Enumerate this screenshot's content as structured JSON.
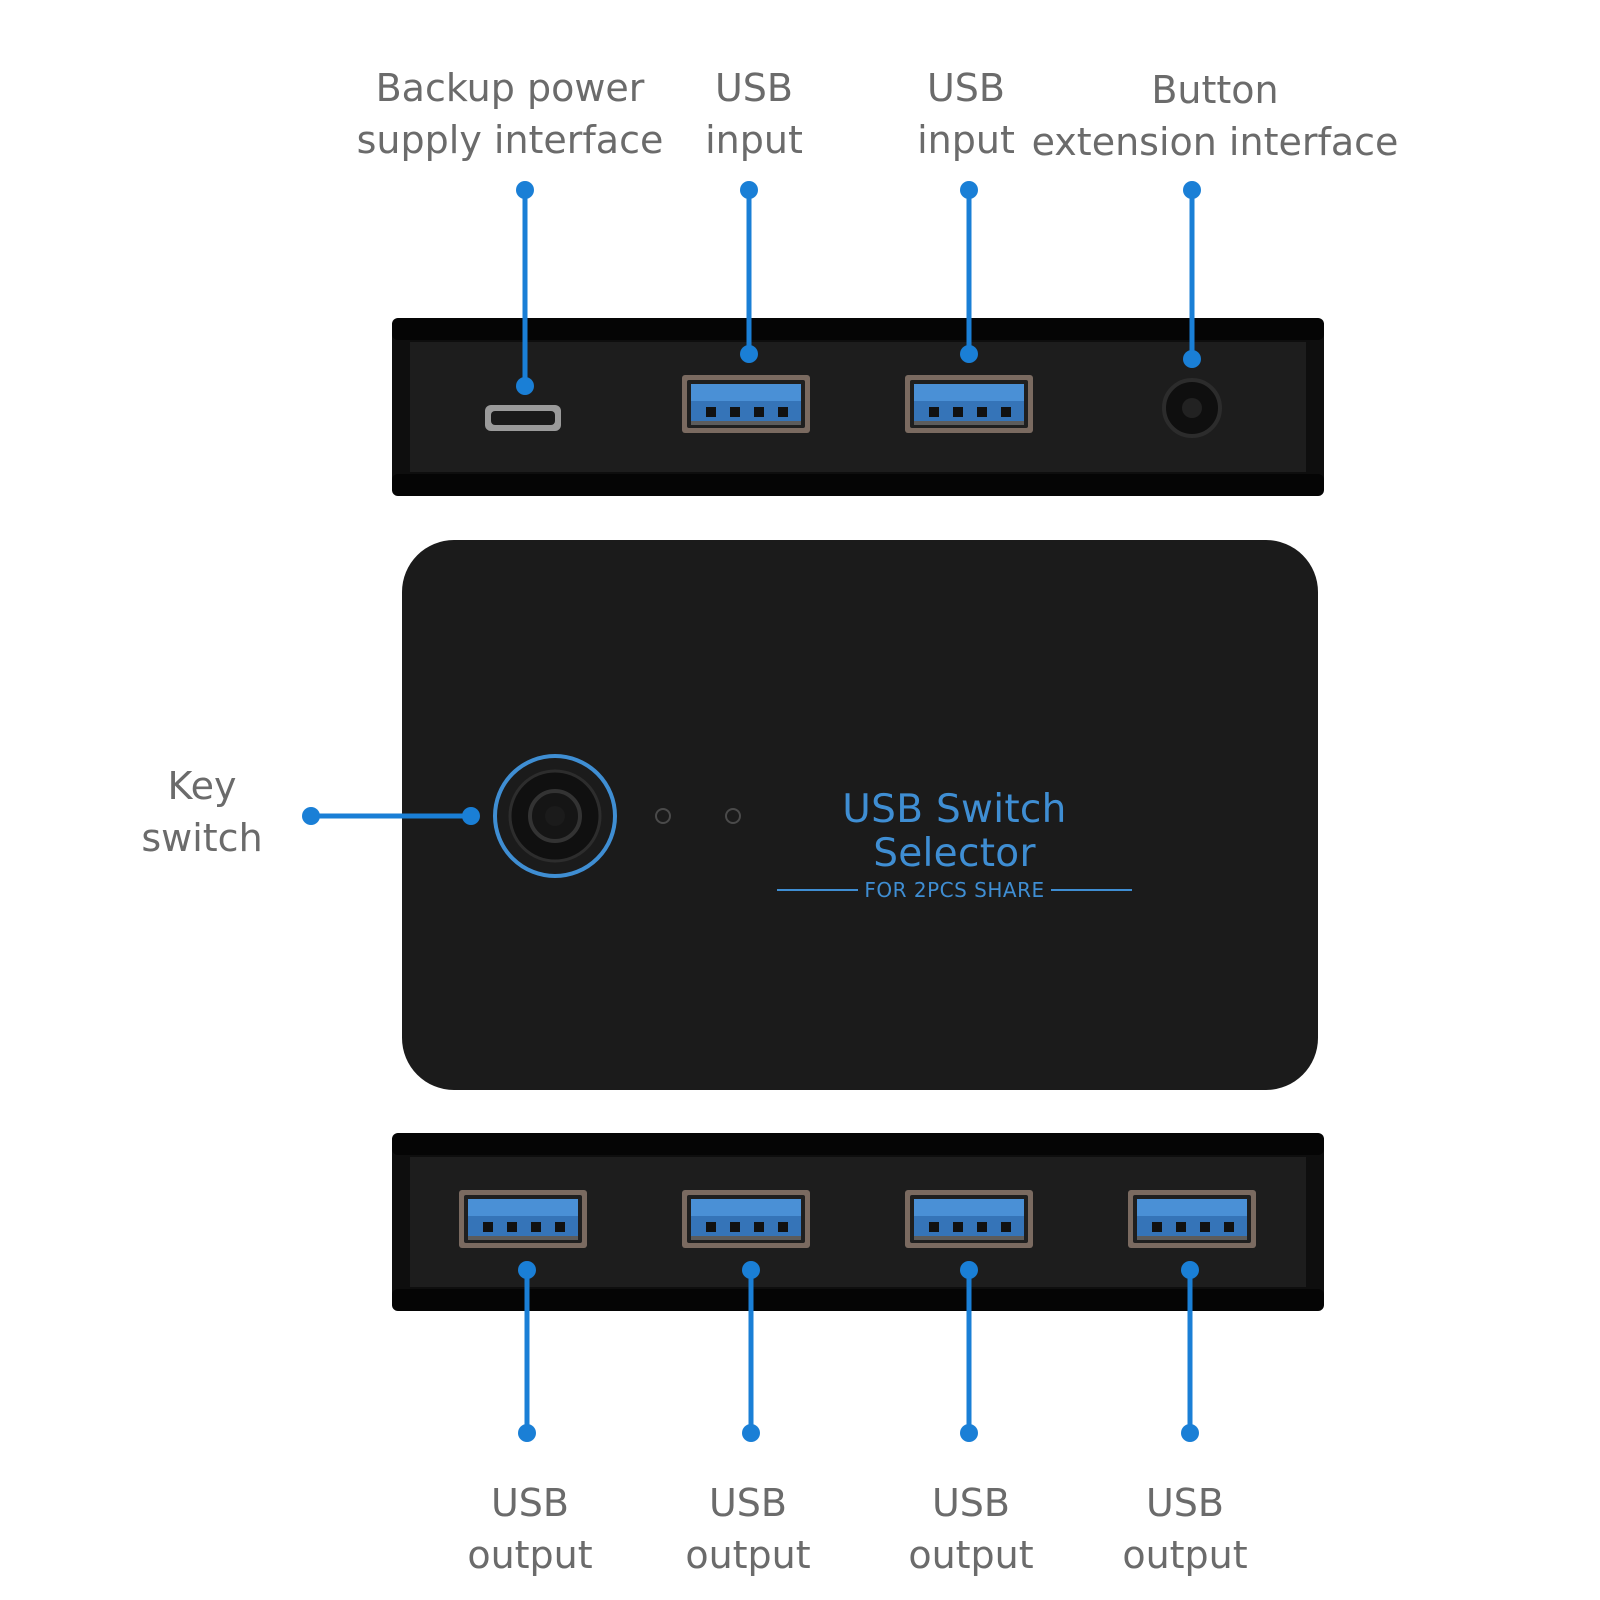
{
  "labels": {
    "top": [
      {
        "line1": "Backup power",
        "line2": "supply interface"
      },
      {
        "line1": "USB",
        "line2": "input"
      },
      {
        "line1": "USB",
        "line2": "input"
      },
      {
        "line1": "Button",
        "line2": "extension interface"
      }
    ],
    "side": {
      "line1": "Key",
      "line2": "switch"
    },
    "bottom": [
      {
        "line1": "USB",
        "line2": "output"
      },
      {
        "line1": "USB",
        "line2": "output"
      },
      {
        "line1": "USB",
        "line2": "output"
      },
      {
        "line1": "USB",
        "line2": "output"
      }
    ]
  },
  "device": {
    "brand": "USB Switch Selector",
    "tagline": "FOR 2PCS SHARE"
  },
  "colors": {
    "callout": "#1a7fd6",
    "body": "#1b1b1b",
    "port": "#3f8ed3",
    "label": "#6b6b6b"
  }
}
